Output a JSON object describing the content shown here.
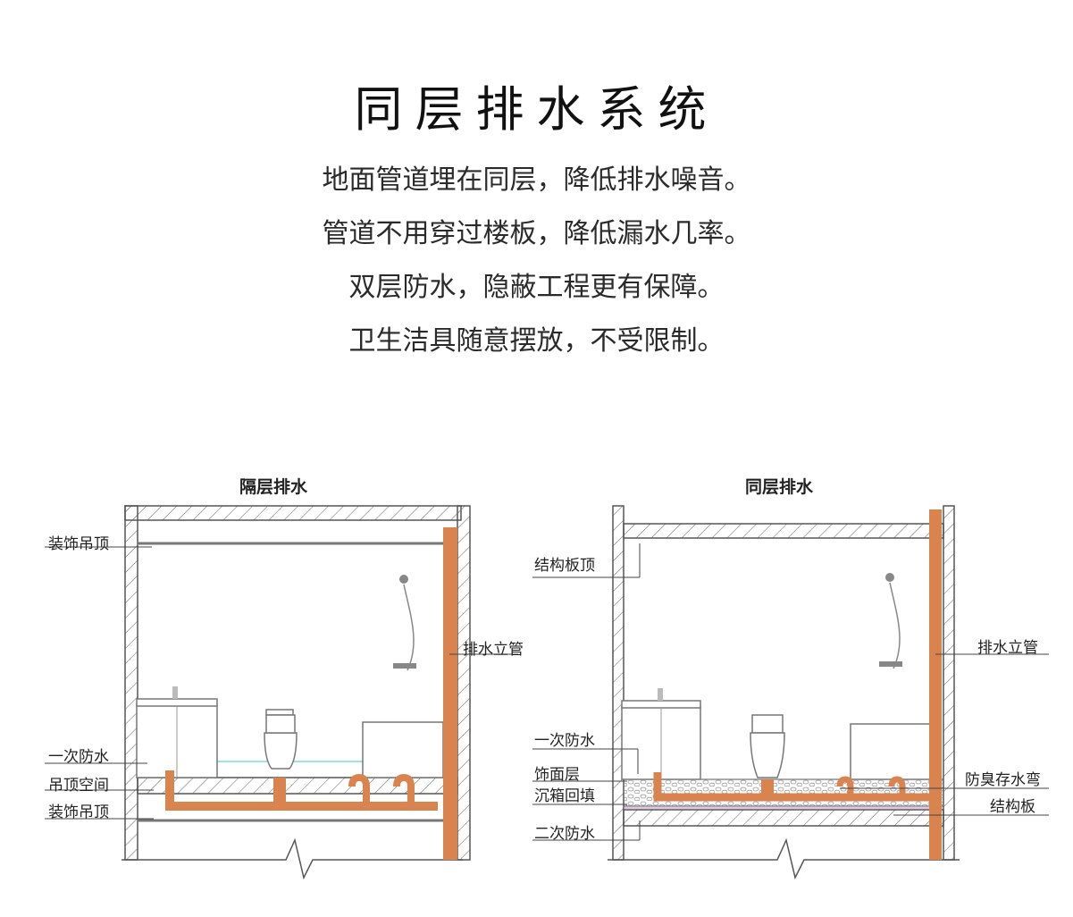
{
  "header": {
    "title": "同层排水系统",
    "lines": [
      "地面管道埋在同层，降低排水噪音。",
      "管道不用穿过楼板，降低漏水几率。",
      "双层防水，隐蔽工程更有保障。",
      "卫生洁具随意摆放，不受限制。"
    ]
  },
  "left": {
    "title": "隔层排水",
    "labels": {
      "ceiling": "装饰吊顶",
      "riser": "排水立管",
      "waterproof": "一次防水",
      "space": "吊顶空间",
      "ceiling_bottom": "装饰吊顶"
    }
  },
  "right": {
    "title": "同层排水",
    "labels": {
      "slab_top": "结构板顶",
      "riser": "排水立管",
      "waterproof1": "一次防水",
      "finish": "饰面层",
      "backfill": "沉箱回填",
      "trap": "防臭存水弯",
      "slab": "结构板",
      "waterproof2": "二次防水"
    }
  },
  "colors": {
    "pipe": "#d9834f",
    "line": "#555555",
    "hatch": "#666666"
  }
}
